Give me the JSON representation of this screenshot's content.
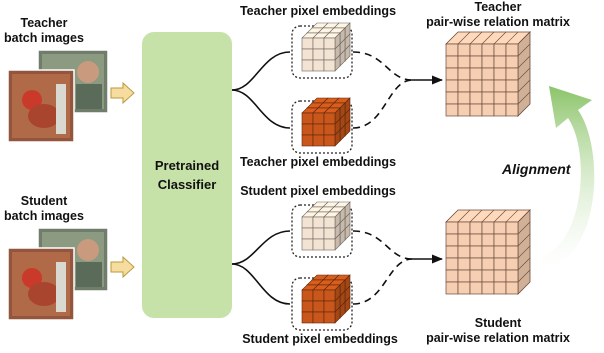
{
  "teacher_input_label": [
    "Teacher",
    "batch images"
  ],
  "student_input_label": [
    "Student",
    "batch images"
  ],
  "classifier_label": [
    "Pretrained",
    "Classifier"
  ],
  "teacher_embed_top_label": "Teacher pixel embeddings",
  "teacher_embed_bottom_label": "Teacher pixel embeddings",
  "student_embed_top_label": "Student pixel embeddings",
  "student_embed_bottom_label": "Student pixel embeddings",
  "teacher_matrix_label": [
    "Teacher",
    "pair-wise relation matrix"
  ],
  "student_matrix_label": [
    "Student",
    "pair-wise relation matrix"
  ],
  "alignment_label": "Alignment",
  "colors": {
    "classifier": "#c6e2a8",
    "light_cube": "#f3e3d3",
    "dark_cube": "#c9561a",
    "matrix": "#f6cfb3",
    "arrow_fill": "#f7dca0",
    "alignment_arrow": "#8cc46a"
  }
}
